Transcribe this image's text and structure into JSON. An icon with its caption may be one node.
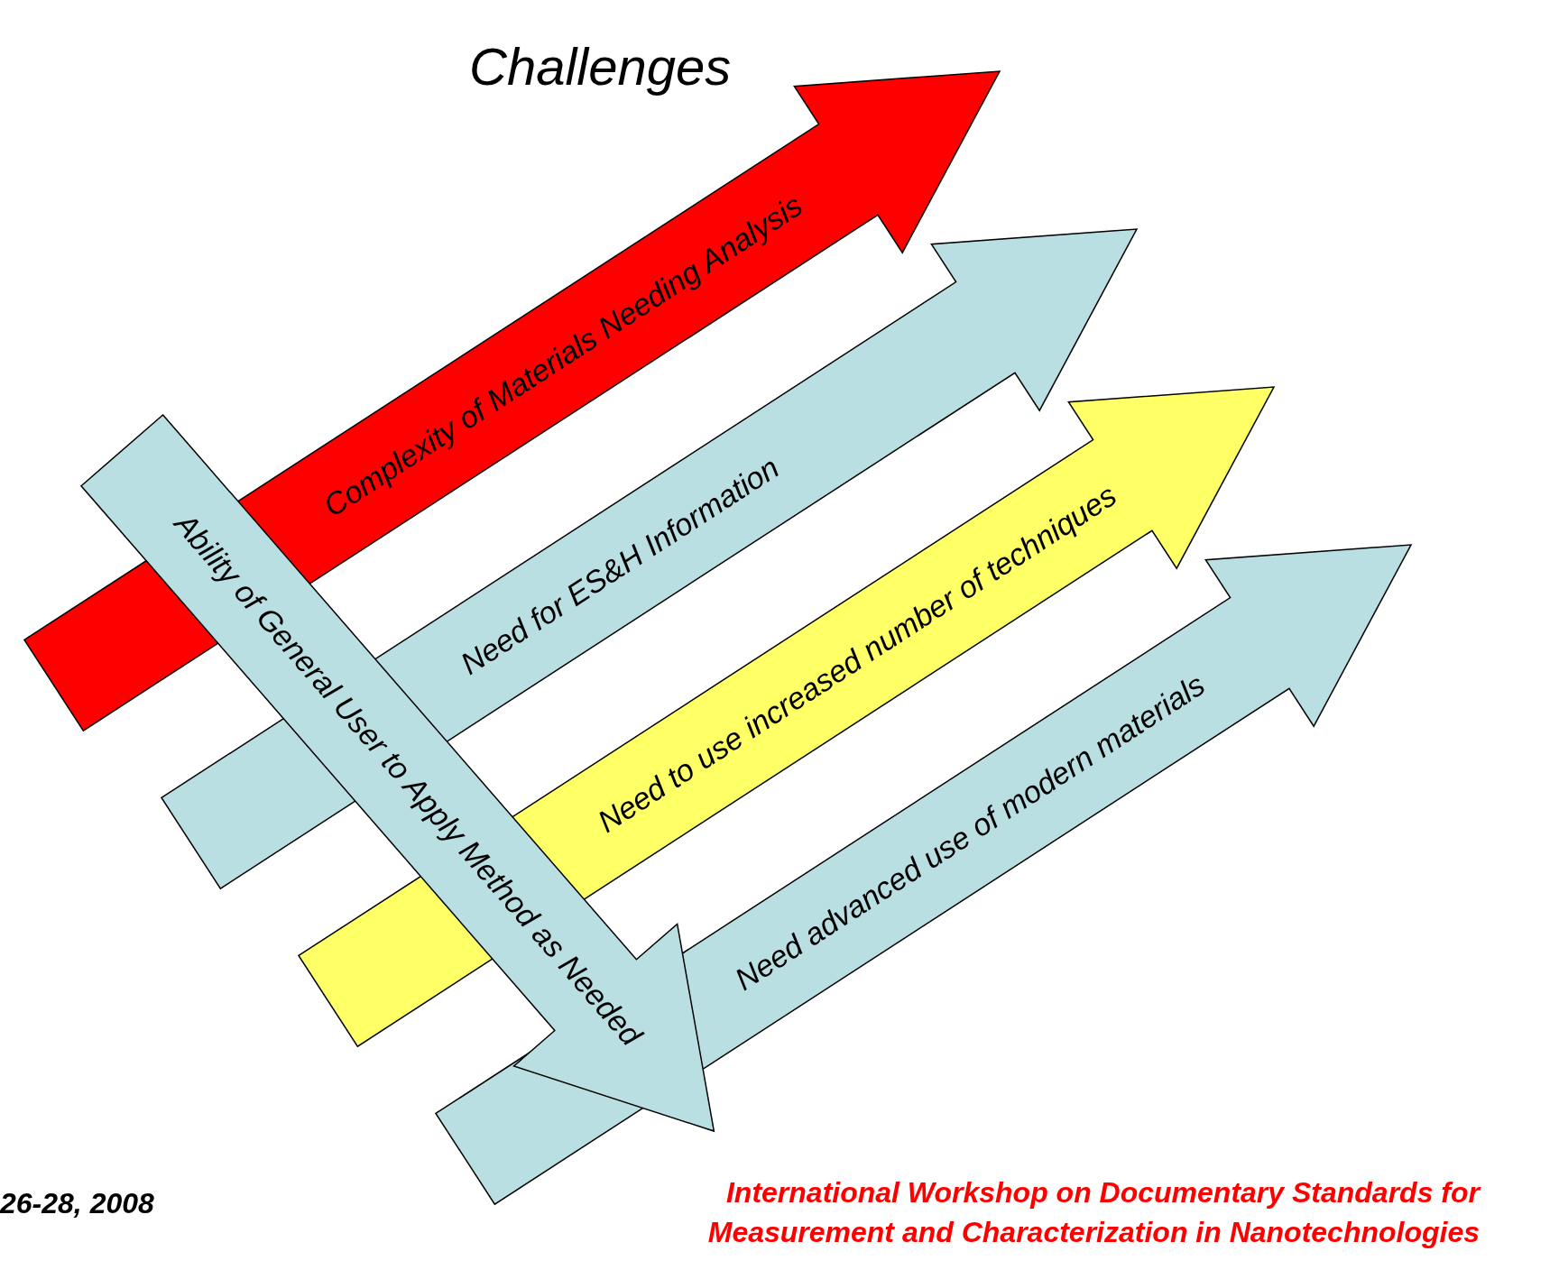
{
  "diagram": {
    "title": "Challenges",
    "nodes": [
      {
        "text": [
          "Complexity of Materials Needing Analysis"
        ]
      },
      {
        "text": [
          "Ability of General User to Apply Method as Needed"
        ]
      },
      {
        "text": [
          "Need for ES&H Information"
        ]
      },
      {
        "text": [
          "Need to use increased number of techniques"
        ]
      },
      {
        "text": [
          "Need advanced use of modern materials"
        ]
      }
    ],
    "labels": [
      "26-28, 2008",
      "International Workshop on Documentary Standards for Measurement and Characterization in Nanotechnologies"
    ]
  }
}
